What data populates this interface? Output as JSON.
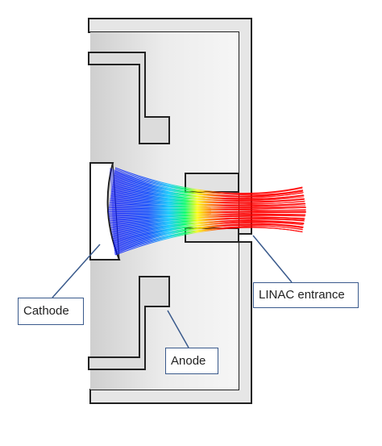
{
  "labels": {
    "cathode": "Cathode",
    "anode": "Anode",
    "linac_entrance": "LINAC entrance"
  },
  "colors": {
    "outline": "#222222",
    "wall_fill": "#e4e4e4",
    "inner_fill": "#d9d9d9",
    "callout_border": "#3a5a8c",
    "beam_gradient": [
      "#0000ff",
      "#00c8ff",
      "#00ff66",
      "#ffff00",
      "#ff8000",
      "#ff0000"
    ]
  }
}
